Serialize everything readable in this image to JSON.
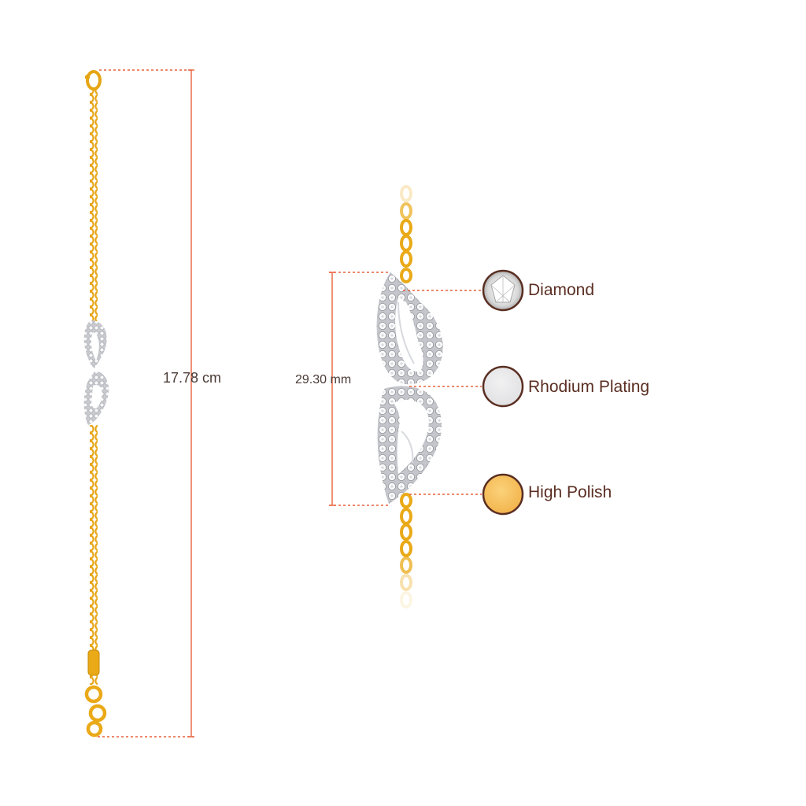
{
  "dimensions": {
    "length": "17.78 cm",
    "pendant_height": "29.30 mm"
  },
  "features": [
    {
      "label": "Diamond",
      "icon": "diamond-icon"
    },
    {
      "label": "Rhodium Plating",
      "icon": "rhodium-swatch-icon"
    },
    {
      "label": "High Polish",
      "icon": "gold-swatch-icon"
    }
  ],
  "colors": {
    "gold": "#f2b21e",
    "gold_dark": "#c98a0a",
    "rhodium": "#e6e6e8",
    "diamond": "#f4f4f4",
    "guide_line": "#e8603c",
    "swatch_border": "#5a2e22",
    "text": "#4a3a35"
  }
}
